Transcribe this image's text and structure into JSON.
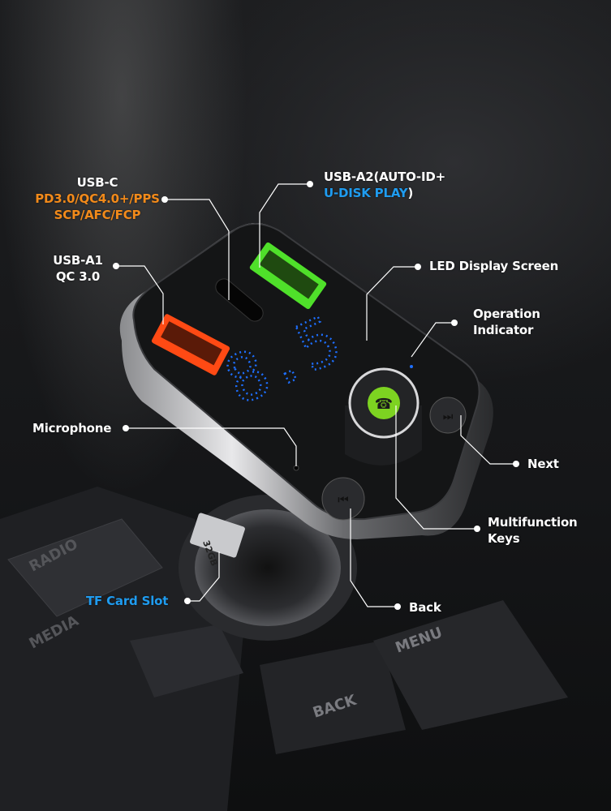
{
  "colors": {
    "orange": "#f28a1a",
    "blue": "#1f9cf0",
    "led": "#1e6fff",
    "usb_a1": "#ff4a14",
    "usb_a2": "#4fe02a",
    "call_button": "#7dd321"
  },
  "callouts": {
    "usb_c": {
      "title": "USB-C",
      "line1": "PD3.0/QC4.0+/PPS",
      "line2": "SCP/AFC/FCP"
    },
    "usb_a2": {
      "title": "USB-A2(AUTO-ID+",
      "sub": "U-DISK PLAY",
      "close": ")"
    },
    "usb_a1": {
      "title": "USB-A1",
      "sub": "QC 3.0"
    },
    "led": {
      "title": "LED Display Screen"
    },
    "indicator": {
      "line1": "Operation",
      "line2": "Indicator"
    },
    "microphone": {
      "title": "Microphone"
    },
    "next": {
      "title": "Next"
    },
    "multifunction": {
      "line1": "Multifunction",
      "line2": "Keys"
    },
    "tf": {
      "title": "TF Card Slot"
    },
    "back": {
      "title": "Back"
    }
  },
  "device": {
    "led_readout": "8.5",
    "tf_card": "32GB",
    "icons": [
      "phone-icon",
      "next-track-icon",
      "previous-track-icon"
    ]
  },
  "console": {
    "radio": "RADIO",
    "media": "MEDIA",
    "menu": "MENU",
    "back": "BACK"
  }
}
